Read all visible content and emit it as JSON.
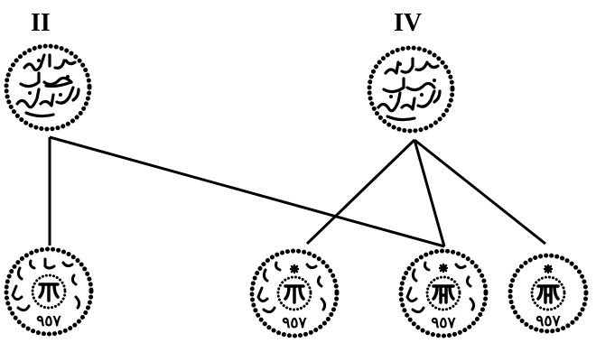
{
  "obverse_dies": [
    {
      "id": "II",
      "label": "II"
    },
    {
      "id": "IV",
      "label": "IV"
    }
  ],
  "reverse_dies": [
    {
      "id": "r1",
      "date": "٩٥٧"
    },
    {
      "id": "r2",
      "date": "٩٥٧"
    },
    {
      "id": "r3",
      "date": "٩٥٧"
    },
    {
      "id": "r4",
      "date": "٩٥٧"
    }
  ],
  "links": [
    {
      "from": "II",
      "to": "r1"
    },
    {
      "from": "II",
      "to": "r3"
    },
    {
      "from": "IV",
      "to": "r2"
    },
    {
      "from": "IV",
      "to": "r3"
    },
    {
      "from": "IV",
      "to": "r4"
    }
  ],
  "colors": {
    "ink": "#000000",
    "background": "#ffffff"
  }
}
